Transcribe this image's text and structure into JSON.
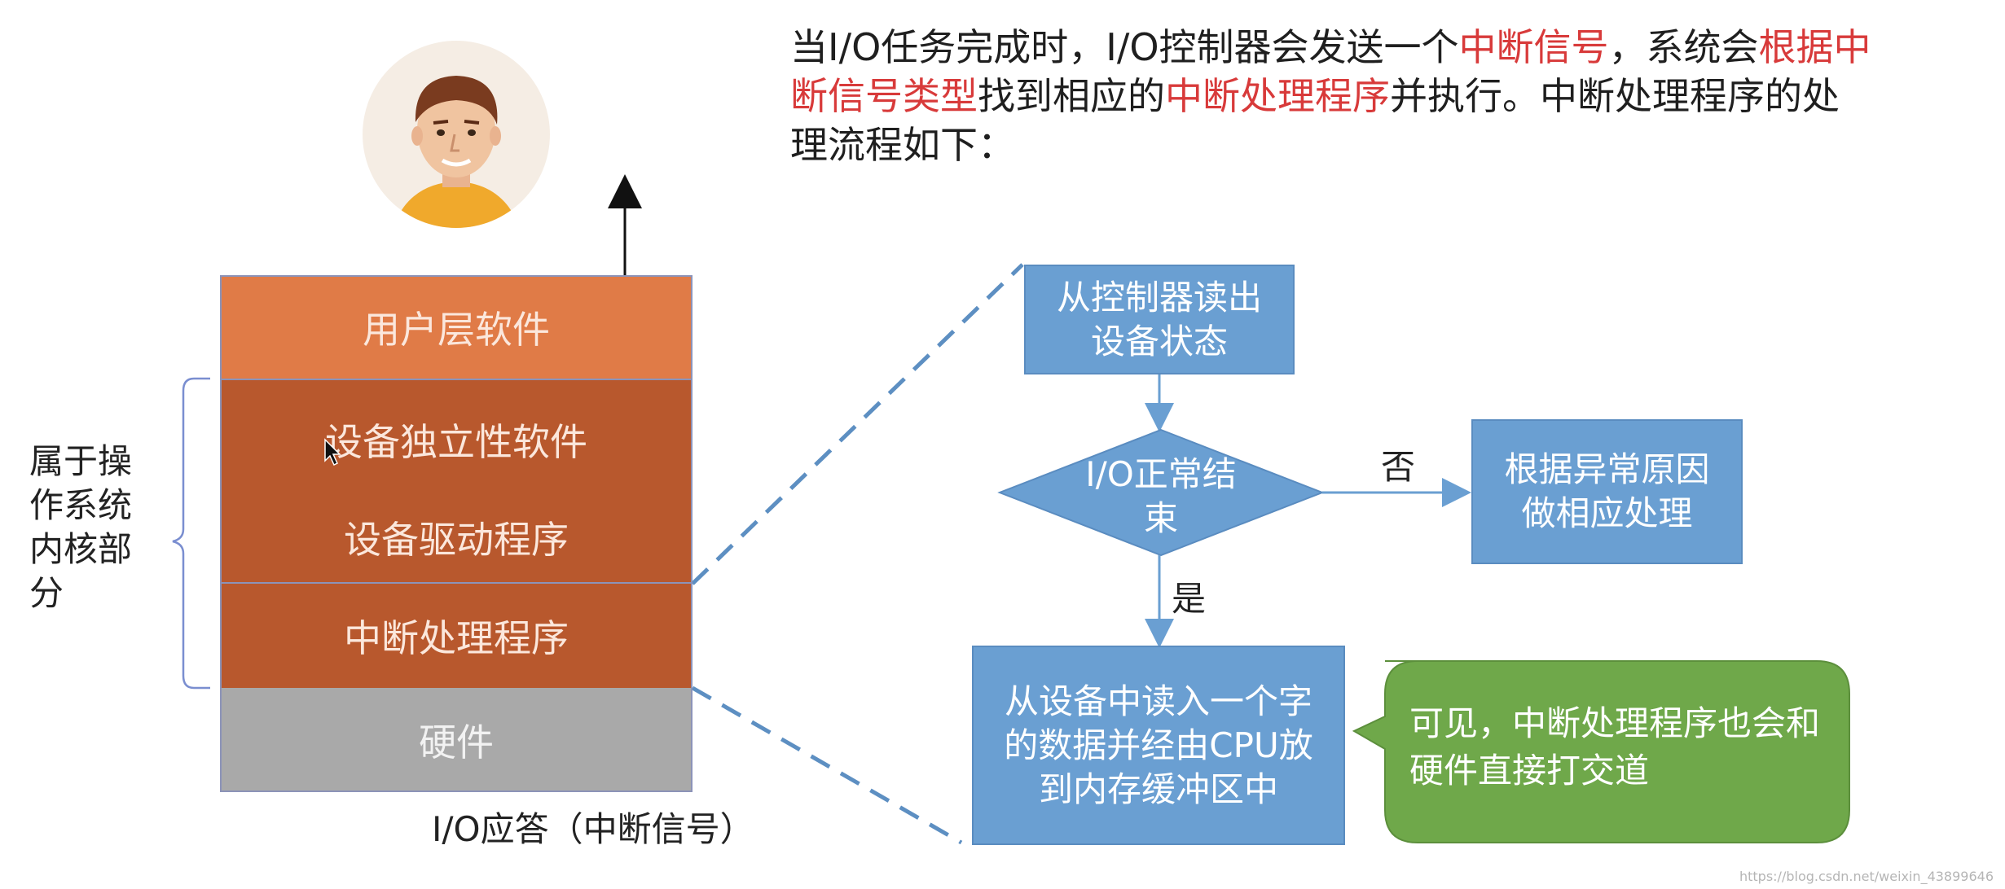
{
  "intro": {
    "segments": [
      {
        "text": "当I/O任务完成时，I/O控制器会发送一个",
        "highlight": false
      },
      {
        "text": "中断信号",
        "highlight": true
      },
      {
        "text": "，系统会",
        "highlight": false
      },
      {
        "text": "根据中断信号类型",
        "highlight": true
      },
      {
        "text": "找到相应的",
        "highlight": false
      },
      {
        "text": "中断处理程序",
        "highlight": true
      },
      {
        "text": "并执行。中断处理程序的处理流程如下：",
        "highlight": false
      }
    ]
  },
  "stack": {
    "user_layer": "用户层软件",
    "device_independent": "设备独立性软件",
    "device_driver": "设备驱动程序",
    "interrupt_handler": "中断处理程序",
    "hardware": "硬件"
  },
  "side_label": "属于操作系统内核部分",
  "bottom_label": "I/O应答（中断信号）",
  "flow": {
    "read_status": "从控制器读出设备状态",
    "decision": "I/O正常结束",
    "no_label": "否",
    "yes_label": "是",
    "exception": "根据异常原因做相应处理",
    "read_data": "从设备中读入一个字的数据并经由CPU放到内存缓冲区中"
  },
  "callout": "可见，中断处理程序也会和硬件直接打交道",
  "watermark": "https://blog.csdn.net/weixin_43899646",
  "colors": {
    "highlight": "#d83a3a",
    "user_layer": "#e07b47",
    "kernel_layer": "#b8582d",
    "hardware_layer": "#a9a9a9",
    "flow_box": "#6a9fd2",
    "callout": "#6fa84a",
    "avatar_shirt": "#f0a92c"
  },
  "icons": {
    "avatar": "person-avatar-icon",
    "pointer": "mouse-pointer-icon"
  }
}
